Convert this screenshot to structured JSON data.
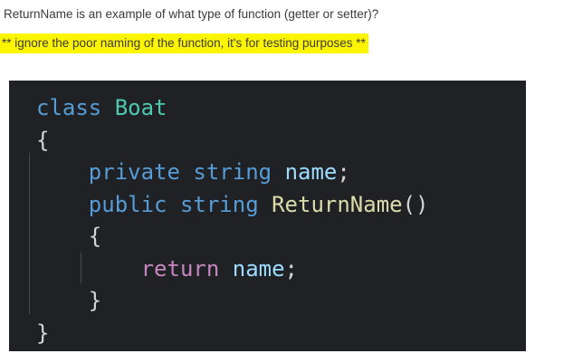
{
  "page": {
    "background": "#FFFFFF",
    "text_color": "#3B3B3B",
    "highlight_color": "#FDF500"
  },
  "question": {
    "text": "ReturnName is an example of what type of function (getter or setter)?",
    "note": "** ignore the poor naming of the function, it's for testing purposes **"
  },
  "code": {
    "language": "csharp",
    "colors": {
      "keyword": "#569CD6",
      "control": "#C586C0",
      "type": "#4EC9B0",
      "variable": "#9CDCFE",
      "method": "#DCDCAA",
      "plain": "#D4D4D4",
      "background": "#1F2124",
      "indent_guide": "#4A4A4A"
    },
    "lines": [
      {
        "tokens": [
          {
            "text": "class",
            "type": "keyword"
          },
          {
            "text": " ",
            "type": "plain"
          },
          {
            "text": "Boat",
            "type": "type"
          }
        ]
      },
      {
        "tokens": [
          {
            "text": "{",
            "type": "plain"
          }
        ]
      },
      {
        "tokens": [
          {
            "text": "    ",
            "type": "plain"
          },
          {
            "text": "private",
            "type": "keyword"
          },
          {
            "text": " ",
            "type": "plain"
          },
          {
            "text": "string",
            "type": "keyword"
          },
          {
            "text": " ",
            "type": "plain"
          },
          {
            "text": "name",
            "type": "variable"
          },
          {
            "text": ";",
            "type": "plain"
          }
        ]
      },
      {
        "tokens": [
          {
            "text": "    ",
            "type": "plain"
          },
          {
            "text": "public",
            "type": "keyword"
          },
          {
            "text": " ",
            "type": "plain"
          },
          {
            "text": "string",
            "type": "keyword"
          },
          {
            "text": " ",
            "type": "plain"
          },
          {
            "text": "ReturnName",
            "type": "method"
          },
          {
            "text": "()",
            "type": "plain"
          }
        ]
      },
      {
        "tokens": [
          {
            "text": "    ",
            "type": "plain"
          },
          {
            "text": "{",
            "type": "plain"
          }
        ]
      },
      {
        "tokens": [
          {
            "text": "        ",
            "type": "plain"
          },
          {
            "text": "return",
            "type": "control"
          },
          {
            "text": " ",
            "type": "plain"
          },
          {
            "text": "name",
            "type": "variable"
          },
          {
            "text": ";",
            "type": "plain"
          }
        ]
      },
      {
        "tokens": [
          {
            "text": "    ",
            "type": "plain"
          },
          {
            "text": "}",
            "type": "plain"
          }
        ]
      },
      {
        "tokens": [
          {
            "text": "}",
            "type": "plain"
          }
        ]
      }
    ]
  }
}
